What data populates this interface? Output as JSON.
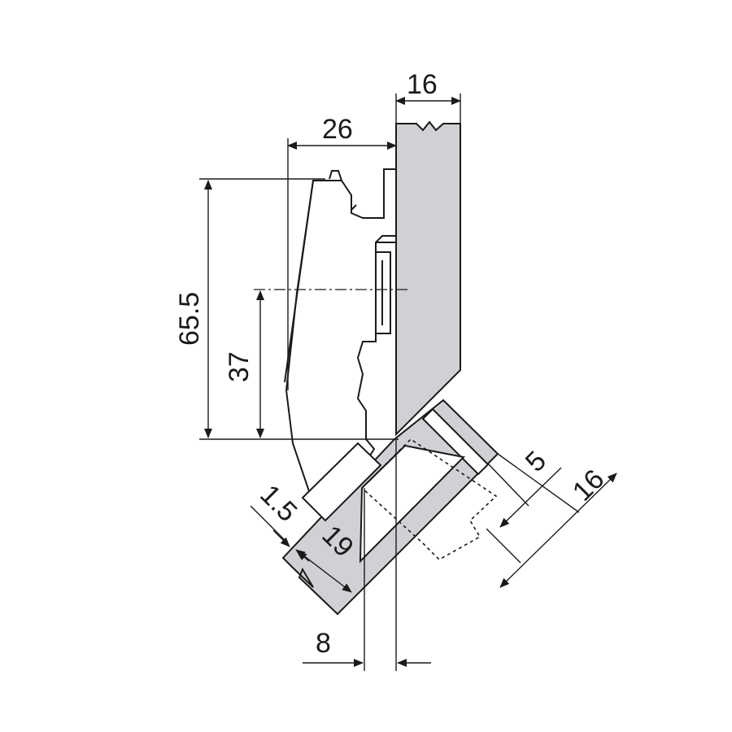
{
  "dimensions": {
    "side_thickness": "16",
    "hinge_depth": "26",
    "hinge_height": "65.5",
    "center_height": "37",
    "overlay_gap": "1.5",
    "door_thickness": "19",
    "offset": "8",
    "angle_gap": "5",
    "angle_thickness": "16"
  },
  "colors": {
    "panel_fill": "#cfd1d4",
    "line": "#1a1a1a",
    "background": "#ffffff"
  }
}
